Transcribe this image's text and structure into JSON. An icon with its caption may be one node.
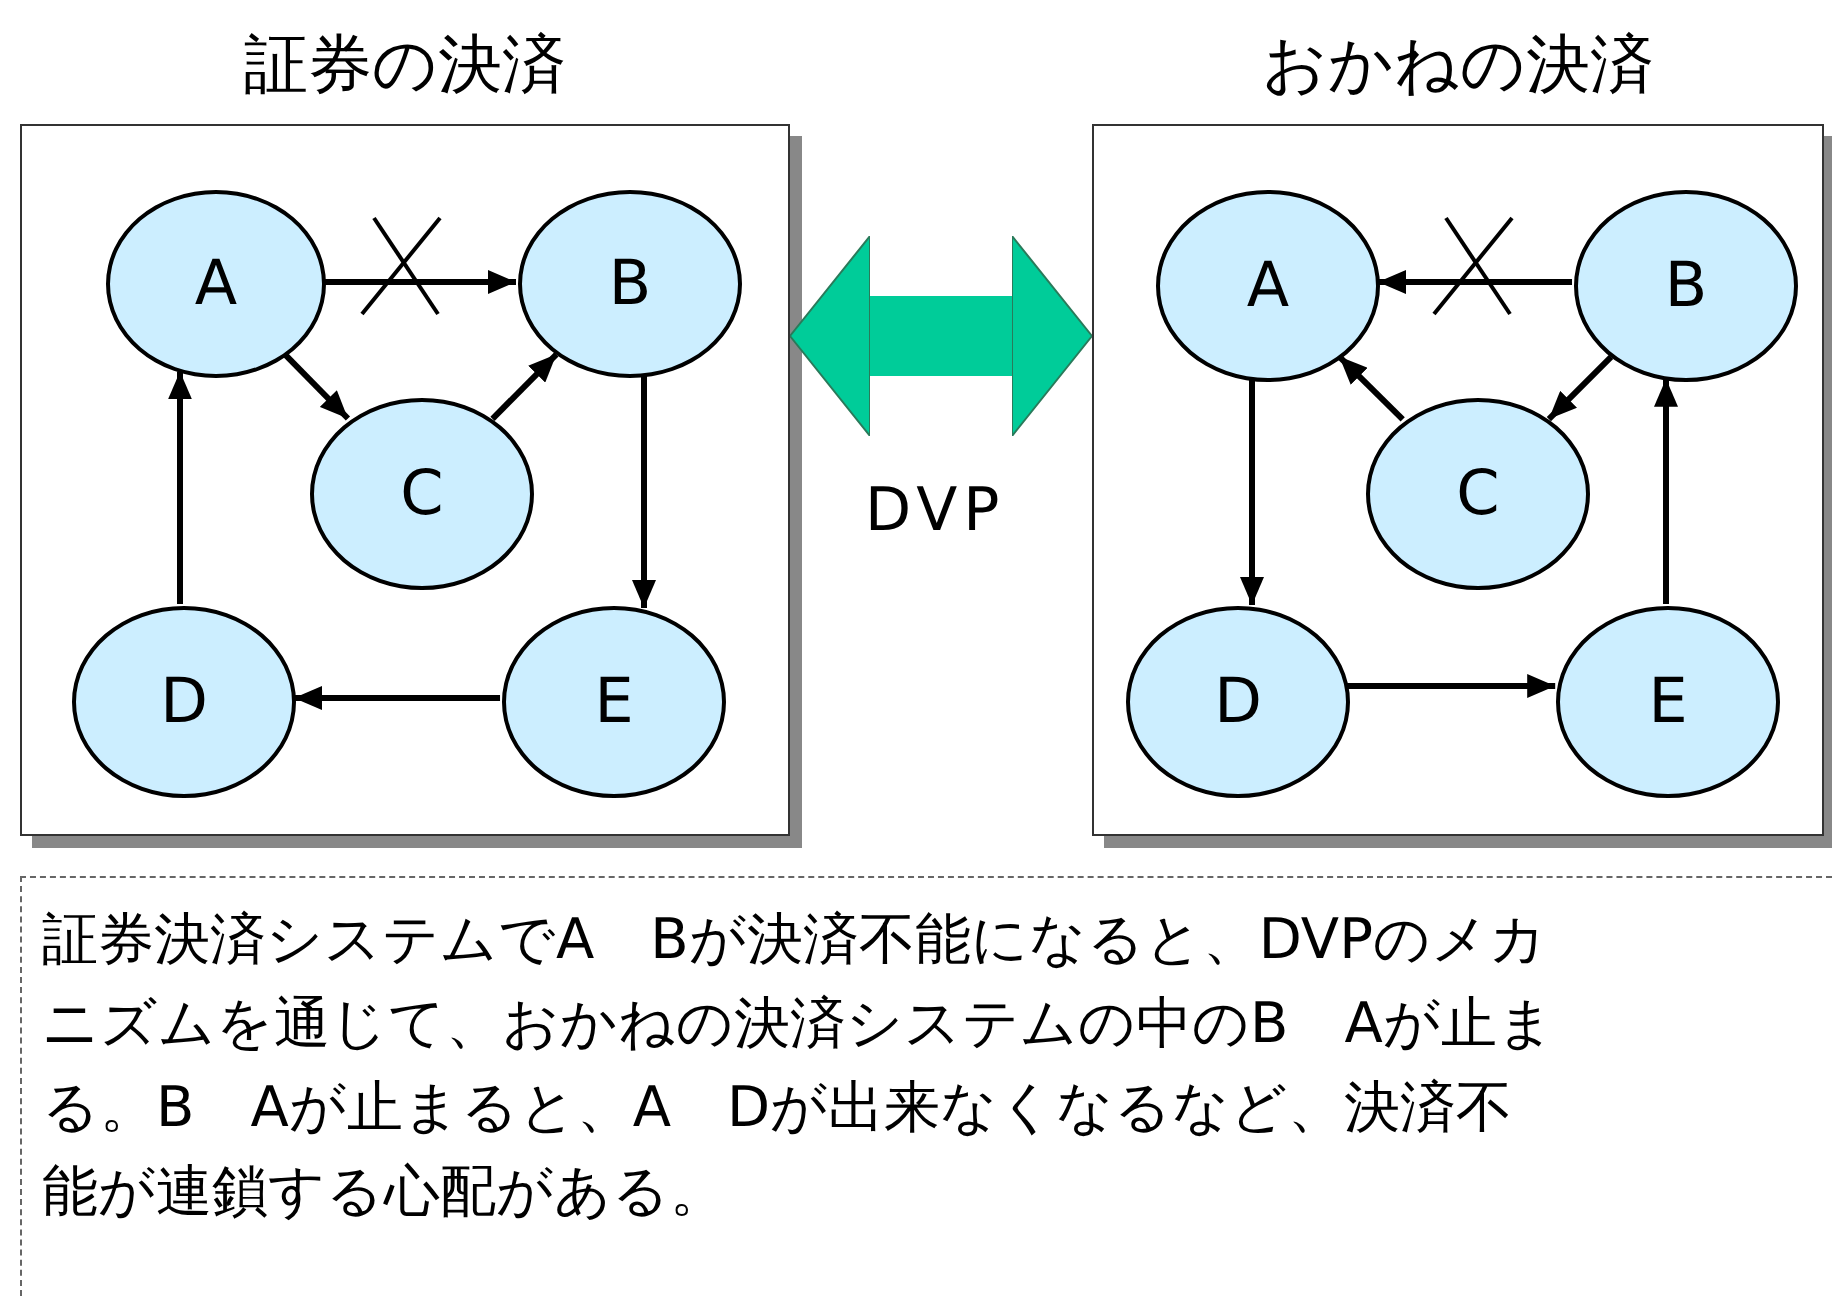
{
  "diagram": {
    "nodes": [
      {
        "text": [
          "証券の決済"
        ]
      },
      {
        "text": [
          "A"
        ],
        "in": 0
      },
      {
        "text": [
          "B"
        ],
        "in": 0
      },
      {
        "text": [
          "C"
        ],
        "in": 0
      },
      {
        "text": [
          "D"
        ],
        "in": 0
      },
      {
        "text": [
          "E"
        ],
        "in": 0
      },
      {
        "text": [
          "おかねの決済"
        ]
      },
      {
        "text": [
          "A"
        ],
        "in": 6
      },
      {
        "text": [
          "B"
        ],
        "in": 6
      },
      {
        "text": [
          "C"
        ],
        "in": 6
      },
      {
        "text": [
          "D"
        ],
        "in": 6
      },
      {
        "text": [
          "E"
        ],
        "in": 6
      },
      {
        "text": [
          "証券決済システムでA　Bが決済不能になると、DVPのメカニズムを通じて、おかねの決済システムの中のB　Aが止まる。B　Aが止まると、A　Dが出来なくなるなど、決済不能が連鎖する心配がある。"
        ]
      }
    ],
    "edges": [
      {
        "from": 1,
        "to": 2,
        "arrow": "to"
      },
      {
        "from": 1,
        "to": 3,
        "arrow": "to"
      },
      {
        "from": 3,
        "to": 2,
        "arrow": "to"
      },
      {
        "from": 2,
        "to": 5,
        "arrow": "to"
      },
      {
        "from": 5,
        "to": 4,
        "arrow": "to"
      },
      {
        "from": 4,
        "to": 1,
        "arrow": "to"
      },
      {
        "from": 8,
        "to": 7,
        "arrow": "to"
      },
      {
        "from": 9,
        "to": 7,
        "arrow": "to"
      },
      {
        "from": 8,
        "to": 9,
        "arrow": "to"
      },
      {
        "from": 7,
        "to": 10,
        "arrow": "to"
      },
      {
        "from": 10,
        "to": 11,
        "arrow": "to"
      },
      {
        "from": 11,
        "to": 8,
        "arrow": "to"
      },
      {
        "from": 0,
        "to": 6,
        "arrow": "both",
        "label": "DVP",
        "style": "thick",
        "color": "#00cc99"
      }
    ]
  }
}
